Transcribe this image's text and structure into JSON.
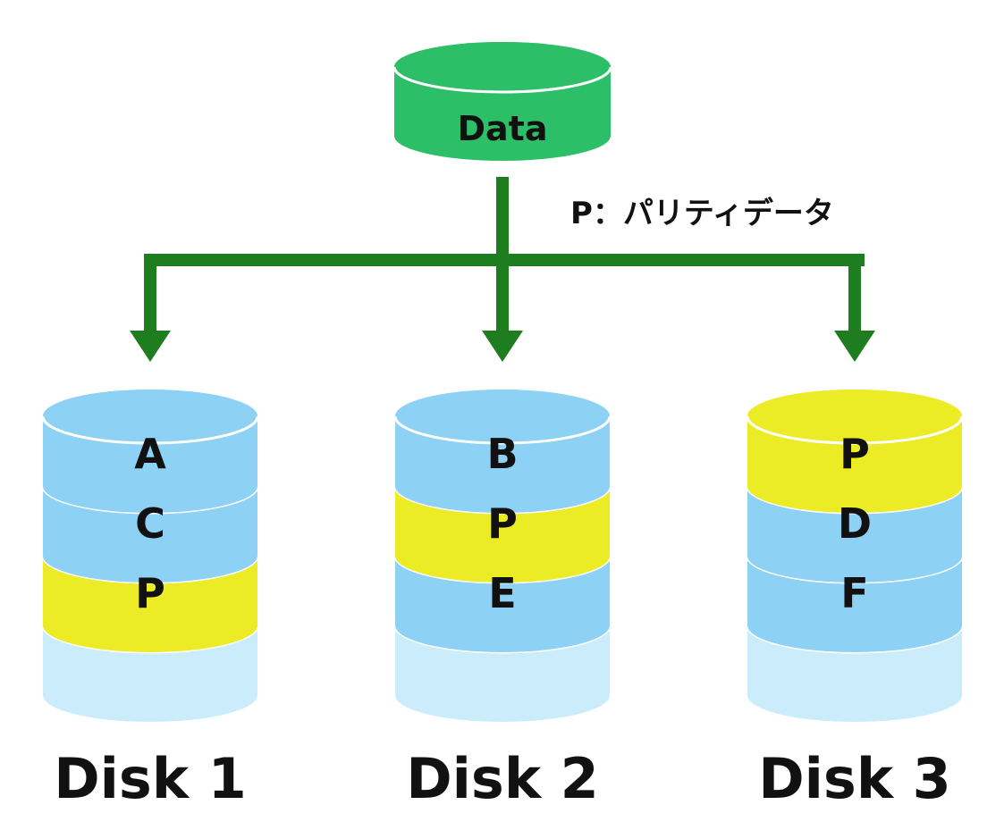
{
  "colors": {
    "data_green": "#2dbf68",
    "arrow_green": "#1e7d1e",
    "data_blue": "#8dd1f5",
    "parity_yellow": "#ecec26",
    "empty_blue": "#cbedfb",
    "outline_white": "#ffffff"
  },
  "source": {
    "label": "Data"
  },
  "legend": {
    "text": "P：パリティデータ"
  },
  "disks": [
    {
      "name": "Disk 1",
      "blocks": [
        {
          "label": "A",
          "kind": "data"
        },
        {
          "label": "C",
          "kind": "data"
        },
        {
          "label": "P",
          "kind": "parity"
        }
      ]
    },
    {
      "name": "Disk 2",
      "blocks": [
        {
          "label": "B",
          "kind": "data"
        },
        {
          "label": "P",
          "kind": "parity"
        },
        {
          "label": "E",
          "kind": "data"
        }
      ]
    },
    {
      "name": "Disk 3",
      "blocks": [
        {
          "label": "P",
          "kind": "parity"
        },
        {
          "label": "D",
          "kind": "data"
        },
        {
          "label": "F",
          "kind": "data"
        }
      ]
    }
  ]
}
